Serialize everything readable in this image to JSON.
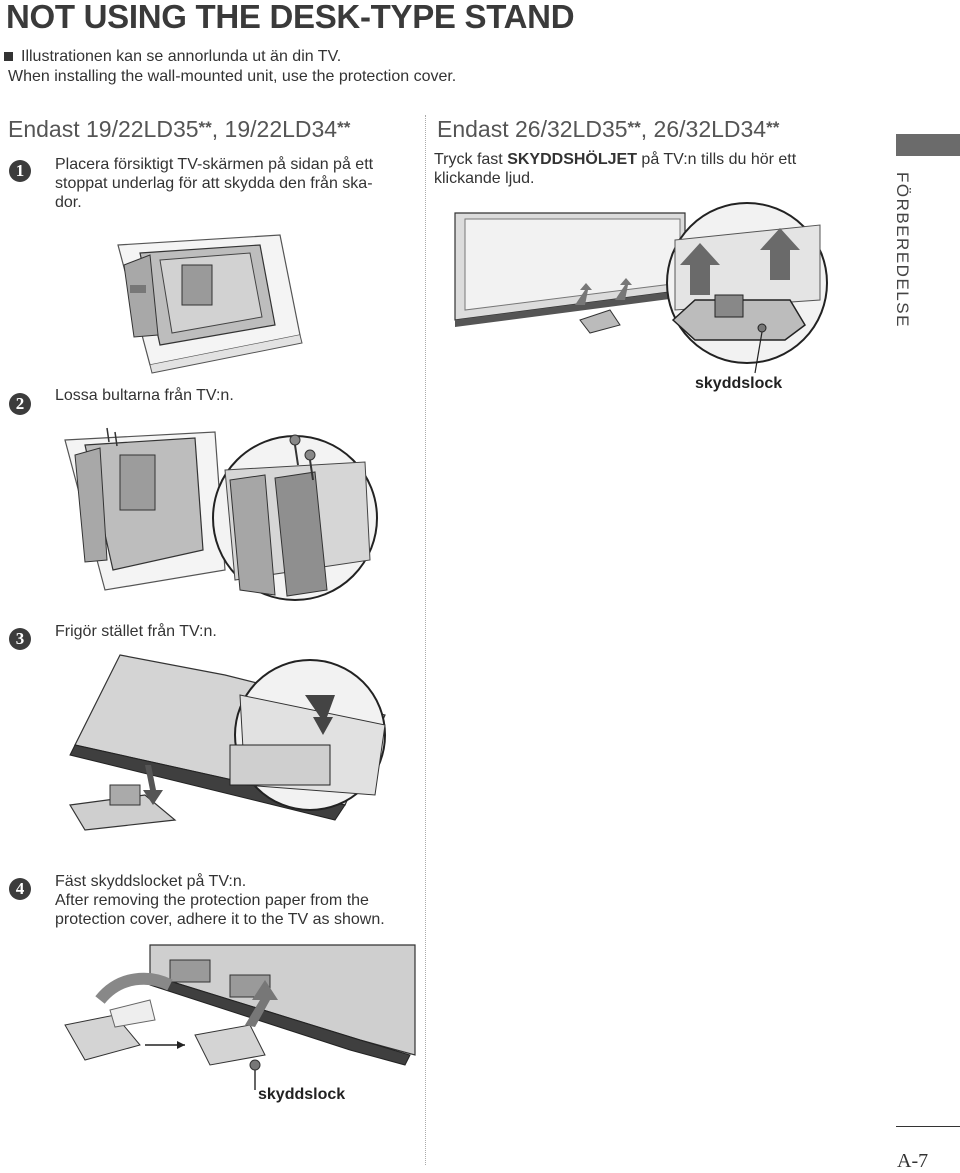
{
  "page": {
    "title": "NOT USING THE DESK-TYPE STAND",
    "note_line1": "Illustrationen kan se annorlunda ut än din TV.",
    "note_line2": "When installing the wall-mounted unit, use the protection cover.",
    "side_label": "FÖRBEREDELSE",
    "page_number": "A-7"
  },
  "left_section": {
    "heading": "Endast 19/22LD35**, 19/22LD34**",
    "heading_parts": [
      "Endast 19/22LD35",
      "**",
      ", 19/22LD34",
      "**"
    ],
    "steps": [
      {
        "number": "1",
        "text_lines": [
          "Placera försiktigt TV-skärmen på sidan på ett",
          "stoppat underlag för att skydda den från ska-",
          "dor."
        ]
      },
      {
        "number": "2",
        "text_lines": [
          "Lossa bultarna från TV:n."
        ]
      },
      {
        "number": "3",
        "text_lines": [
          "Frigör stället från TV:n."
        ]
      },
      {
        "number": "4",
        "text_lines": [
          "Fäst skyddslocket på TV:n.",
          "After removing the protection paper from the",
          "protection cover, adhere it to the TV as shown."
        ]
      }
    ],
    "step4_callout": "skyddslock"
  },
  "right_section": {
    "heading": "Endast 26/32LD35**, 26/32LD34**",
    "heading_parts": [
      "Endast 26/32LD35",
      "**",
      ", 26/32LD34",
      "**"
    ],
    "text_prefix": "Tryck fast ",
    "text_bold": "SKYDDSHÖLJET",
    "text_suffix": " på TV:n tills du hör ett",
    "text_line2": "klickande ljud.",
    "callout": "skyddslock"
  }
}
